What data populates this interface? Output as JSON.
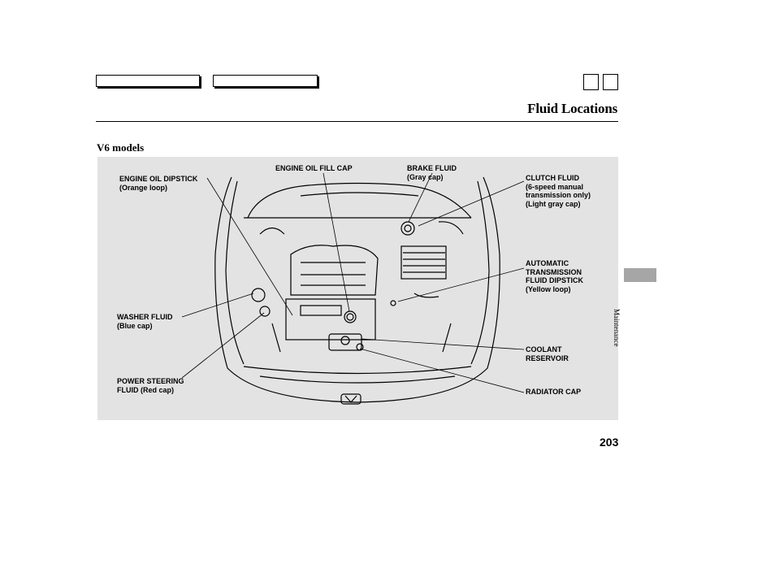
{
  "header": {
    "title": "Fluid Locations",
    "subheading": "V6 models"
  },
  "labels": {
    "engine_oil_dipstick": {
      "title": "ENGINE OIL DIPSTICK",
      "sub": "(Orange loop)"
    },
    "engine_oil_fill_cap": {
      "title": "ENGINE OIL FILL CAP"
    },
    "brake_fluid": {
      "title": "BRAKE FLUID",
      "sub": "(Gray cap)"
    },
    "clutch_fluid": {
      "title": "CLUTCH FLUID",
      "sub": "(6-speed manual\ntransmission only)\n(Light gray cap)"
    },
    "atf_dipstick": {
      "title": "AUTOMATIC\nTRANSMISSION\nFLUID DIPSTICK",
      "sub": "(Yellow loop)"
    },
    "washer_fluid": {
      "title": "WASHER FLUID",
      "sub": "(Blue cap)"
    },
    "coolant_reservoir": {
      "title": "COOLANT\nRESERVOIR"
    },
    "power_steering": {
      "title": "POWER STEERING\nFLUID",
      "sub": " (Red cap)"
    },
    "radiator_cap": {
      "title": "RADIATOR CAP"
    }
  },
  "footer": {
    "page_number": "203",
    "section": "Maintenance"
  },
  "colors": {
    "panel": "#e3e3e3",
    "tab": "#a6a6a6"
  }
}
